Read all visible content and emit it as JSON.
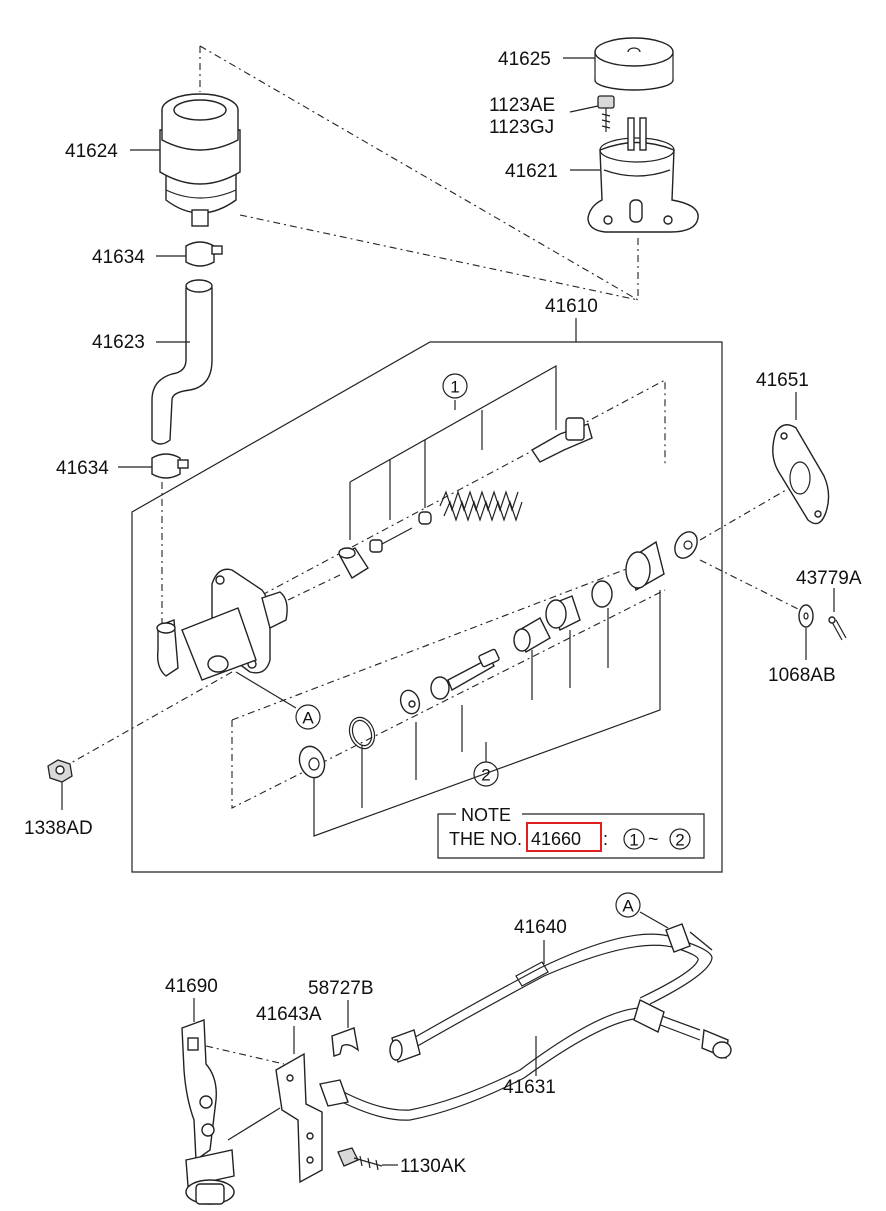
{
  "labels": {
    "p41625": "41625",
    "p1123AE": "1123AE",
    "p1123GJ": "1123GJ",
    "p41621": "41621",
    "p41624": "41624",
    "p41634a": "41634",
    "p41623": "41623",
    "p41634b": "41634",
    "p41610": "41610",
    "p41651": "41651",
    "p43779A": "43779A",
    "p1068AB": "1068AB",
    "p1338AD": "1338AD",
    "p41640": "41640",
    "p41690": "41690",
    "p58727B": "58727B",
    "p41643A": "41643A",
    "p41631": "41631",
    "p1130AK": "1130AK"
  },
  "markers": {
    "group1": "1",
    "group2": "2",
    "refA_top": "A",
    "refA_bottom": "A"
  },
  "note": {
    "title": "NOTE",
    "prefix": "THE NO.",
    "number": "41660",
    "range_from": "1",
    "range_sep": "~",
    "range_to": "2"
  },
  "colors": {
    "highlight": "#e02020",
    "line": "#222222"
  }
}
